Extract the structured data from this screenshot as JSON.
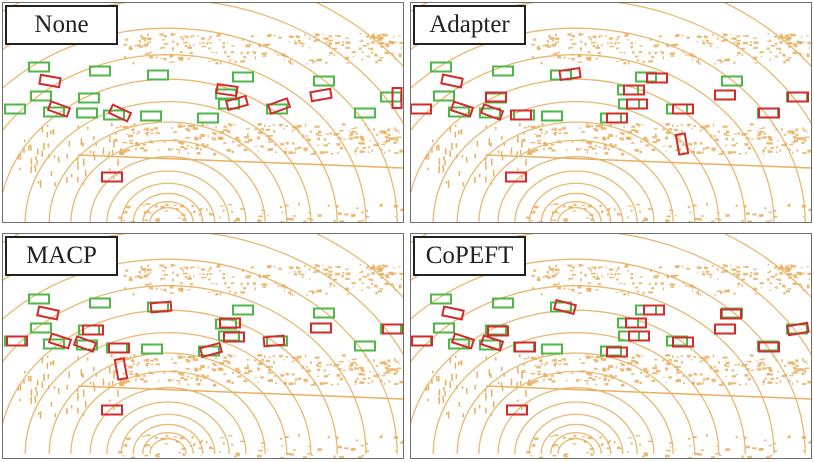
{
  "figure": {
    "colors": {
      "point_cloud": "#e8b062",
      "ground_truth": "#4cb848",
      "prediction": "#d42a2a",
      "border": "#6e6e6e"
    },
    "legend_semantics": {
      "green": "ground truth box",
      "red": "predicted box"
    },
    "panels": [
      {
        "label": "None",
        "gt": [
          [
            38,
            66,
            0
          ],
          [
            99,
            70,
            0
          ],
          [
            157,
            74,
            0
          ],
          [
            242,
            76,
            0
          ],
          [
            323,
            80,
            0
          ],
          [
            40,
            95,
            0
          ],
          [
            88,
            97,
            0
          ],
          [
            14,
            108,
            0
          ],
          [
            53,
            111,
            0
          ],
          [
            86,
            112,
            0
          ],
          [
            113,
            114,
            0
          ],
          [
            150,
            115,
            0
          ],
          [
            207,
            117,
            0
          ],
          [
            225,
            93,
            0
          ],
          [
            228,
            103,
            0
          ],
          [
            276,
            108,
            0
          ],
          [
            364,
            112,
            0
          ],
          [
            390,
            96,
            0
          ]
        ],
        "pred": [
          [
            49,
            80,
            10
          ],
          [
            58,
            108,
            20
          ],
          [
            119,
            112,
            25
          ],
          [
            226,
            89,
            8
          ],
          [
            236,
            102,
            -15
          ],
          [
            278,
            105,
            -20
          ],
          [
            320,
            94,
            -10
          ],
          [
            396,
            97,
            90
          ],
          [
            111,
            176,
            0
          ]
        ]
      },
      {
        "label": "Adapter",
        "gt": [
          [
            440,
            66,
            0
          ],
          [
            502,
            70,
            0
          ],
          [
            560,
            74,
            0
          ],
          [
            645,
            76,
            0
          ],
          [
            731,
            80,
            0
          ],
          [
            443,
            95,
            0
          ],
          [
            495,
            97,
            0
          ],
          [
            420,
            108,
            0
          ],
          [
            458,
            111,
            0
          ],
          [
            489,
            112,
            0
          ],
          [
            523,
            114,
            0
          ],
          [
            551,
            115,
            0
          ],
          [
            610,
            117,
            0
          ],
          [
            627,
            89,
            0
          ],
          [
            628,
            103,
            0
          ],
          [
            676,
            108,
            0
          ],
          [
            767,
            112,
            0
          ],
          [
            796,
            96,
            0
          ]
        ],
        "pred": [
          [
            451,
            80,
            12
          ],
          [
            461,
            108,
            18
          ],
          [
            491,
            111,
            20
          ],
          [
            520,
            114,
            0
          ],
          [
            495,
            96,
            0
          ],
          [
            569,
            73,
            -8
          ],
          [
            656,
            77,
            0
          ],
          [
            633,
            89,
            0
          ],
          [
            636,
            103,
            0
          ],
          [
            616,
            117,
            0
          ],
          [
            682,
            108,
            0
          ],
          [
            724,
            94,
            0
          ],
          [
            768,
            112,
            0
          ],
          [
            797,
            96,
            0
          ],
          [
            420,
            108,
            0
          ],
          [
            681,
            143,
            80
          ],
          [
            515,
            176,
            0
          ]
        ]
      },
      {
        "label": "MACP",
        "gt": [
          [
            38,
            298,
            0
          ],
          [
            99,
            302,
            0
          ],
          [
            157,
            306,
            0
          ],
          [
            242,
            309,
            0
          ],
          [
            323,
            312,
            0
          ],
          [
            40,
            327,
            0
          ],
          [
            88,
            329,
            0
          ],
          [
            14,
            340,
            0
          ],
          [
            53,
            343,
            0
          ],
          [
            86,
            344,
            0
          ],
          [
            116,
            347,
            0
          ],
          [
            151,
            348,
            0
          ],
          [
            208,
            350,
            0
          ],
          [
            225,
            323,
            0
          ],
          [
            228,
            335,
            0
          ],
          [
            276,
            340,
            0
          ],
          [
            364,
            345,
            0
          ],
          [
            390,
            328,
            0
          ]
        ],
        "pred": [
          [
            47,
            312,
            12
          ],
          [
            59,
            340,
            18
          ],
          [
            84,
            343,
            20
          ],
          [
            118,
            347,
            0
          ],
          [
            92,
            329,
            0
          ],
          [
            160,
            306,
            -5
          ],
          [
            229,
            322,
            0
          ],
          [
            233,
            336,
            0
          ],
          [
            210,
            349,
            -15
          ],
          [
            273,
            340,
            -5
          ],
          [
            320,
            327,
            0
          ],
          [
            392,
            328,
            0
          ],
          [
            16,
            340,
            0
          ],
          [
            120,
            368,
            80
          ],
          [
            111,
            409,
            0
          ]
        ]
      },
      {
        "label": "CoPEFT",
        "gt": [
          [
            440,
            298,
            0
          ],
          [
            502,
            302,
            0
          ],
          [
            560,
            306,
            0
          ],
          [
            645,
            309,
            0
          ],
          [
            731,
            312,
            0
          ],
          [
            443,
            327,
            0
          ],
          [
            495,
            329,
            0
          ],
          [
            420,
            340,
            0
          ],
          [
            458,
            343,
            0
          ],
          [
            489,
            344,
            0
          ],
          [
            523,
            346,
            0
          ],
          [
            551,
            348,
            0
          ],
          [
            610,
            350,
            0
          ],
          [
            627,
            322,
            0
          ],
          [
            628,
            335,
            0
          ],
          [
            676,
            340,
            0
          ],
          [
            767,
            345,
            0
          ],
          [
            796,
            328,
            0
          ]
        ],
        "pred": [
          [
            452,
            312,
            12
          ],
          [
            462,
            340,
            18
          ],
          [
            491,
            342,
            18
          ],
          [
            524,
            346,
            0
          ],
          [
            497,
            330,
            0
          ],
          [
            564,
            306,
            15
          ],
          [
            653,
            309,
            0
          ],
          [
            635,
            322,
            0
          ],
          [
            638,
            335,
            0
          ],
          [
            616,
            351,
            0
          ],
          [
            682,
            341,
            0
          ],
          [
            724,
            328,
            0
          ],
          [
            730,
            313,
            0
          ],
          [
            768,
            346,
            0
          ],
          [
            797,
            328,
            -10
          ],
          [
            421,
            340,
            0
          ],
          [
            516,
            409,
            0
          ]
        ]
      }
    ]
  }
}
